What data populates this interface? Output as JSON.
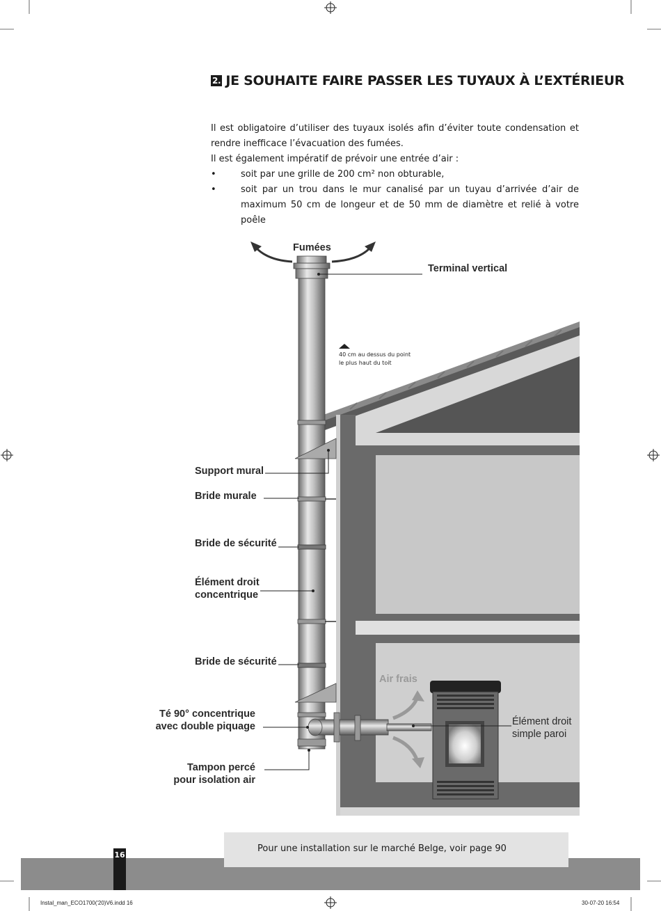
{
  "heading": {
    "number": "2.",
    "title": "JE SOUHAITE FAIRE PASSER LES TUYAUX À L’EXTÉRIEUR"
  },
  "intro": {
    "p1": "Il est obligatoire d’utiliser des tuyaux isolés afin d’éviter toute condensation et rendre inefficace l’évacuation des fumées.",
    "p2": "Il est également impératif de prévoir une entrée d’air :",
    "bullet_symbol": "•",
    "bullets": [
      "soit par une grille de 200 cm² non obturable,",
      "soit par un trou dans le mur canalisé par un tuyau d’arrivée d’air de maximum 50 cm de longeur et de 50 mm de diamètre et relié à votre poêle"
    ]
  },
  "diagram": {
    "fumees": "Fumées",
    "terminal": "Terminal vertical",
    "note_line1": "40 cm au dessus du point",
    "note_line2": "le plus haut du toit",
    "support_mural": "Support mural",
    "bride_murale": "Bride murale",
    "bride_securite_1": "Bride de sécurité",
    "element_concentrique_1": "Élément droit",
    "element_concentrique_2": "concentrique",
    "bride_securite_2": "Bride de sécurité",
    "te_1": "Té 90° concentrique",
    "te_2": "avec double piquage",
    "tampon_1": "Tampon percé",
    "tampon_2": "pour isolation air",
    "air_frais": "Air frais",
    "simple_paroi_1": "Élément droit",
    "simple_paroi_2": "simple paroi"
  },
  "footer": {
    "note": "Pour une installation sur le marché Belge, voir page 90",
    "page": "16"
  },
  "slug": {
    "file": "Instal_man_ECO1700('20)V6.indd   16",
    "date": "30-07-20   16:54"
  },
  "colors": {
    "wall": "#6a6a6a",
    "room": "#c8c8c8",
    "roof": "#555555",
    "band": "#8c8c8c"
  }
}
